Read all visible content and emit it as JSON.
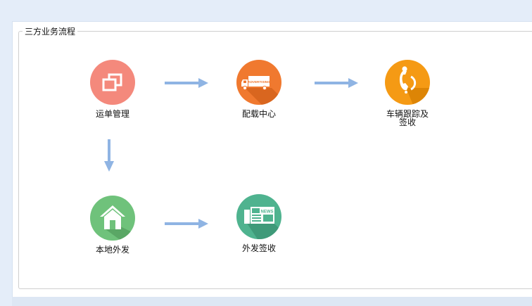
{
  "section": {
    "title": "三方业务流程"
  },
  "nodes": {
    "waybill": {
      "label": "运单管理",
      "color": "#f4897c",
      "icon": "windows-icon"
    },
    "loading": {
      "label": "配载中心",
      "color": "#f0792f",
      "icon": "truck-icon",
      "truck_text": "ADVERTISING"
    },
    "tracking": {
      "label": "车辆跟踪及签收",
      "color": "#f59a14",
      "icon": "phone-icon"
    },
    "local": {
      "label": "本地外发",
      "color": "#6fc27b",
      "icon": "house-icon"
    },
    "outsource": {
      "label": "外发签收",
      "color": "#4fb38f",
      "icon": "news-icon",
      "news_text": "NEWS"
    }
  },
  "colors": {
    "arrow": "#8fb4e3",
    "background": "#e4edf9"
  }
}
